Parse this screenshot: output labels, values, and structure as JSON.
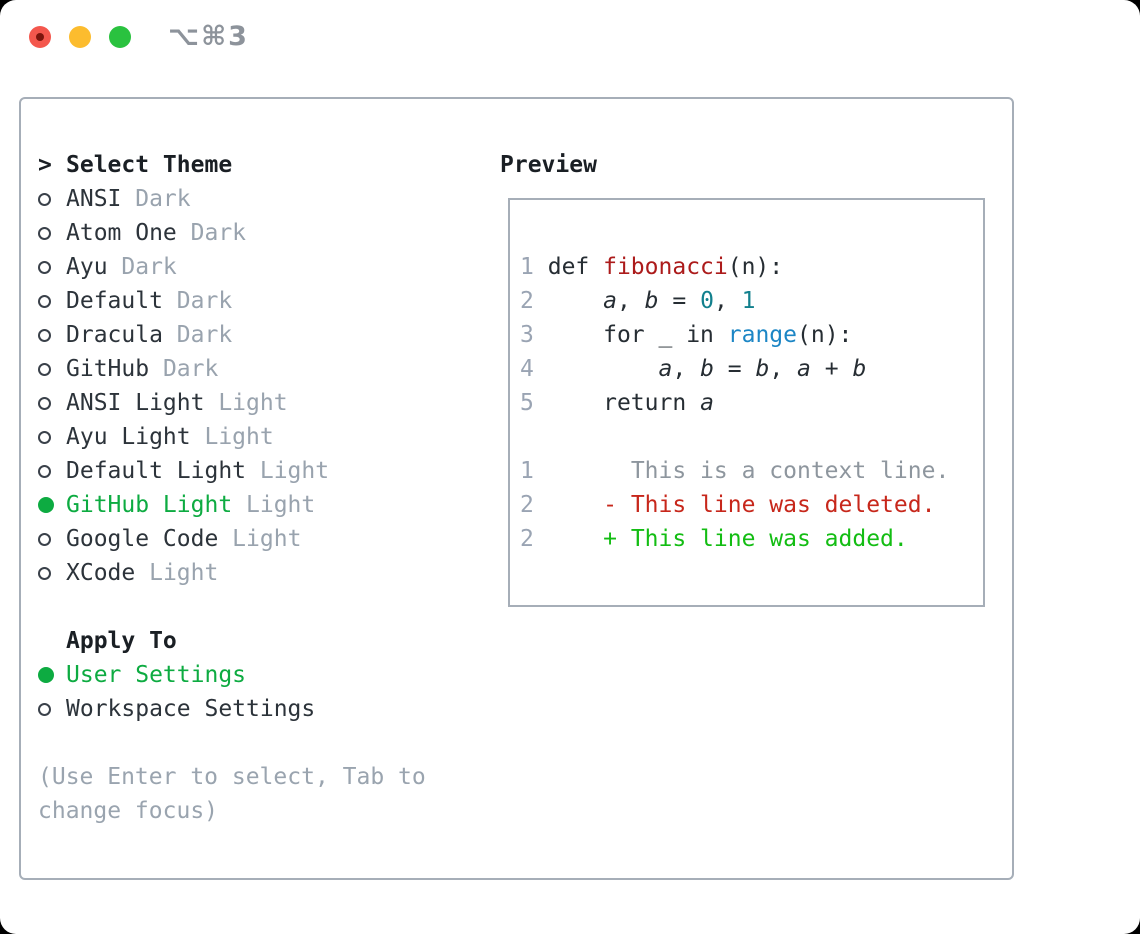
{
  "window": {
    "title": "⌥⌘3"
  },
  "theme_list": {
    "header_marker": ">",
    "header": "Select Theme",
    "items": [
      {
        "name": "ANSI",
        "variant": "Dark",
        "selected": false
      },
      {
        "name": "Atom One",
        "variant": "Dark",
        "selected": false
      },
      {
        "name": "Ayu",
        "variant": "Dark",
        "selected": false
      },
      {
        "name": "Default",
        "variant": "Dark",
        "selected": false
      },
      {
        "name": "Dracula",
        "variant": "Dark",
        "selected": false
      },
      {
        "name": "GitHub",
        "variant": "Dark",
        "selected": false
      },
      {
        "name": "ANSI Light",
        "variant": "Light",
        "selected": false
      },
      {
        "name": "Ayu Light",
        "variant": "Light",
        "selected": false
      },
      {
        "name": "Default Light",
        "variant": "Light",
        "selected": false
      },
      {
        "name": "GitHub Light",
        "variant": "Light",
        "selected": true
      },
      {
        "name": "Google Code",
        "variant": "Light",
        "selected": false
      },
      {
        "name": "XCode",
        "variant": "Light",
        "selected": false
      }
    ]
  },
  "apply_to": {
    "header": "Apply To",
    "items": [
      {
        "name": "User Settings",
        "selected": true
      },
      {
        "name": "Workspace Settings",
        "selected": false
      }
    ]
  },
  "hint": {
    "lines": [
      "(Use Enter to select, Tab to",
      "change focus)"
    ]
  },
  "preview": {
    "header": "Preview",
    "code_lines": [
      {
        "num": "1",
        "tokens": [
          {
            "text": "def ",
            "type": "keyword"
          },
          {
            "text": "fibonacci",
            "type": "function"
          },
          {
            "text": "(n):",
            "type": "plain"
          }
        ]
      },
      {
        "num": "2",
        "tokens": [
          {
            "text": "    ",
            "type": "plain"
          },
          {
            "text": "a",
            "type": "variable"
          },
          {
            "text": ", ",
            "type": "plain"
          },
          {
            "text": "b",
            "type": "variable"
          },
          {
            "text": " = ",
            "type": "plain"
          },
          {
            "text": "0",
            "type": "number"
          },
          {
            "text": ", ",
            "type": "plain"
          },
          {
            "text": "1",
            "type": "number"
          }
        ]
      },
      {
        "num": "3",
        "tokens": [
          {
            "text": "    ",
            "type": "plain"
          },
          {
            "text": "for",
            "type": "keyword"
          },
          {
            "text": " _ ",
            "type": "plain"
          },
          {
            "text": "in",
            "type": "keyword"
          },
          {
            "text": " ",
            "type": "plain"
          },
          {
            "text": "range",
            "type": "builtin"
          },
          {
            "text": "(n):",
            "type": "plain"
          }
        ]
      },
      {
        "num": "4",
        "tokens": [
          {
            "text": "        ",
            "type": "plain"
          },
          {
            "text": "a",
            "type": "variable"
          },
          {
            "text": ", ",
            "type": "plain"
          },
          {
            "text": "b",
            "type": "variable"
          },
          {
            "text": " = ",
            "type": "plain"
          },
          {
            "text": "b",
            "type": "variable"
          },
          {
            "text": ", ",
            "type": "plain"
          },
          {
            "text": "a",
            "type": "variable"
          },
          {
            "text": " + ",
            "type": "plain"
          },
          {
            "text": "b",
            "type": "variable"
          }
        ]
      },
      {
        "num": "5",
        "tokens": [
          {
            "text": "    ",
            "type": "plain"
          },
          {
            "text": "return",
            "type": "keyword"
          },
          {
            "text": " ",
            "type": "plain"
          },
          {
            "text": "a",
            "type": "variable"
          }
        ]
      }
    ],
    "diff_lines": [
      {
        "num": "1",
        "marker": " ",
        "text": "This is a context line.",
        "kind": "context"
      },
      {
        "num": "2",
        "marker": "-",
        "text": "This line was deleted.",
        "kind": "deleted"
      },
      {
        "num": "2",
        "marker": "+",
        "text": "This line was added.",
        "kind": "added"
      }
    ]
  },
  "colors": {
    "selection_green": "#0dab41",
    "diff_added_green": "#13bd13",
    "diff_deleted_red": "#c7271b",
    "function_red": "#ac1b1b",
    "builtin_blue": "#1c86c5",
    "number_teal": "#12808d",
    "muted_gray": "#99a3ae",
    "text_dark": "#2c333a",
    "panel_border": "#a6aeb8",
    "traffic_red": "#f4574d",
    "traffic_yellow": "#fcbc2e",
    "traffic_green": "#2ac23f"
  }
}
